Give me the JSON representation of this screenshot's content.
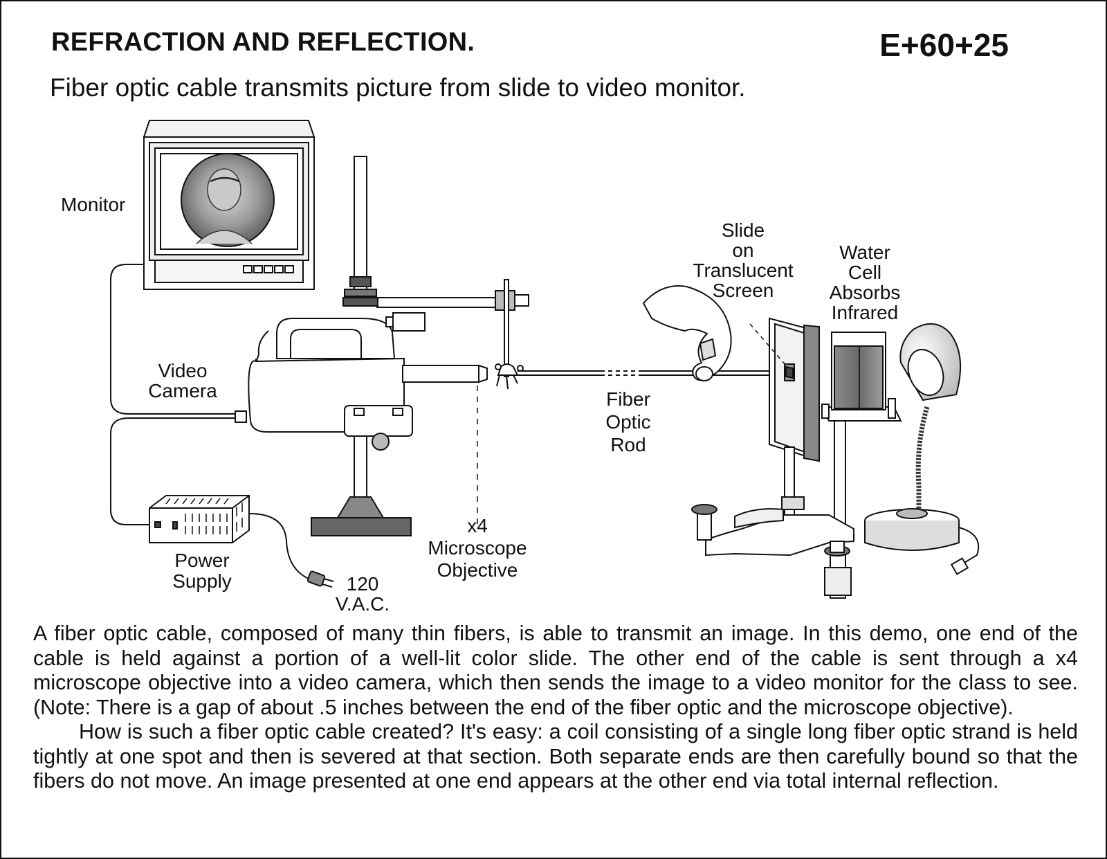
{
  "header": {
    "title": "REFRACTION AND REFLECTION.",
    "code": "E+60+25",
    "subtitle": "Fiber optic cable transmits picture from slide to video monitor."
  },
  "labels": {
    "monitor": "Monitor",
    "video_camera": [
      "Video",
      "Camera"
    ],
    "power_supply": [
      "Power",
      "Supply"
    ],
    "vac": [
      "120",
      "V.A.C."
    ],
    "objective": [
      "x4",
      "Microscope",
      "Objective"
    ],
    "fiber_rod": [
      "Fiber",
      "Optic",
      "Rod"
    ],
    "slide": [
      "Slide",
      "on",
      "Translucent",
      "Screen"
    ],
    "water_cell": [
      "Water",
      "Cell",
      "Absorbs",
      "Infrared"
    ]
  },
  "body": {
    "paragraph1": "A fiber optic cable, composed of many thin fibers, is able to transmit an image. In this demo, one end of the cable is held against a portion of a well-lit color slide. The other end of the cable is sent through a x4 microscope objective into a video camera, which then sends the image to a video monitor for the class to see. (Note: There is a gap of about .5 inches between the end of the fiber optic and the microscope objective).",
    "paragraph2": "How is such a fiber optic cable created? It's easy: a coil consisting of a single long fiber optic strand is held tightly at one spot and then is severed at that section. Both separate ends are then carefully bound so that the fibers do not move. An image presented at one end appears at the other end via total internal reflection."
  }
}
